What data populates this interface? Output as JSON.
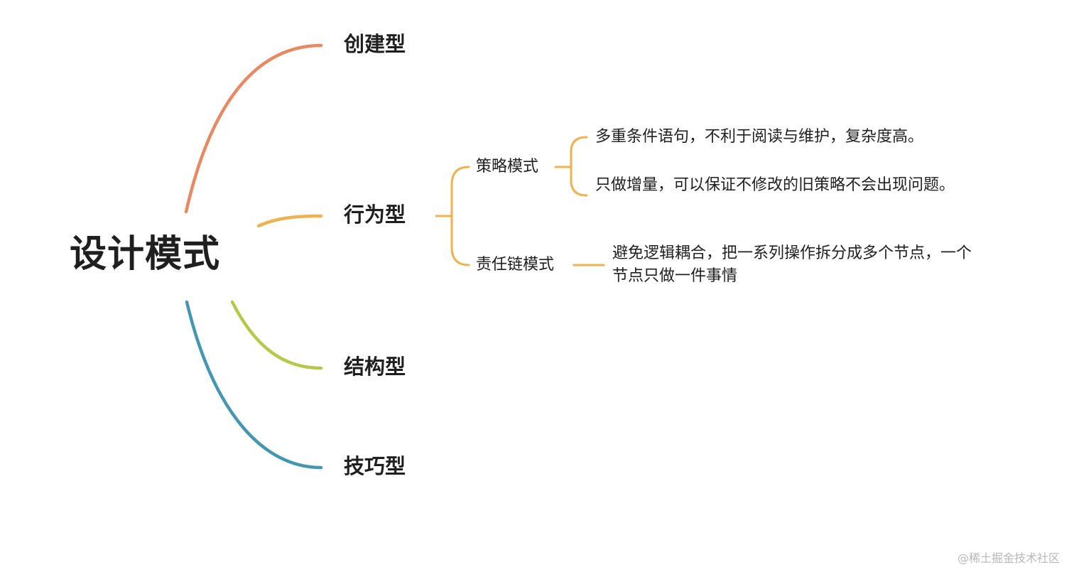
{
  "root": {
    "label": "设计模式"
  },
  "branches": [
    {
      "label": "创建型",
      "color": "#E58A62"
    },
    {
      "label": "行为型",
      "color": "#EDB251"
    },
    {
      "label": "结构型",
      "color": "#B6C84A"
    },
    {
      "label": "技巧型",
      "color": "#4597B0"
    }
  ],
  "behavior": {
    "children": [
      {
        "label": "策略模式",
        "notes": [
          "多重条件语句，不利于阅读与维护，复杂度高。",
          "只做增量，可以保证不修改的旧策略不会出现问题。"
        ]
      },
      {
        "label": "责任链模式",
        "notes": [
          "避免逻辑耦合，把一系列操作拆分成多个节点，一个节点只做一件事情"
        ]
      }
    ]
  },
  "watermark": "@稀土掘金技术社区"
}
